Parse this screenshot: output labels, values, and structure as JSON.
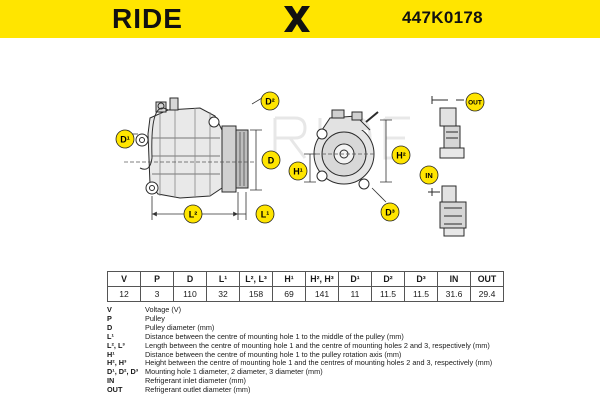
{
  "header": {
    "brand": "RIDE",
    "brand_x": "X",
    "part_number": "447K0178"
  },
  "drawing": {
    "labels": {
      "d1": "D¹",
      "d2": "D²",
      "d3": "D³",
      "d": "D",
      "l1": "L¹",
      "l2": "L²",
      "h1": "H¹",
      "h2": "H²",
      "in": "IN",
      "out": "OUT"
    }
  },
  "specs": {
    "headers": [
      "V",
      "P",
      "D",
      "L¹",
      "L², L³",
      "H¹",
      "H², H³",
      "D¹",
      "D²",
      "D³",
      "IN",
      "OUT"
    ],
    "values": [
      "12",
      "3",
      "110",
      "32",
      "158",
      "69",
      "141",
      "11",
      "11.5",
      "11.5",
      "31.6",
      "29.4"
    ]
  },
  "legend": [
    {
      "sym": "V",
      "desc": "Voltage (V)"
    },
    {
      "sym": "P",
      "desc": "Pulley"
    },
    {
      "sym": "D",
      "desc": "Pulley diameter (mm)"
    },
    {
      "sym": "L¹",
      "desc": "Distance between the centre of mounting hole 1 to the middle of the pulley (mm)"
    },
    {
      "sym": "L², L³",
      "desc": "Length between the centre of mounting hole 1 and the centre of mounting holes 2 and 3, respectively (mm)"
    },
    {
      "sym": "H¹",
      "desc": "Distance between the centre of mounting hole 1 to the pulley rotation axis (mm)"
    },
    {
      "sym": "H², H³",
      "desc": "Height between the centre of mounting hole 1 and the centres of mounting holes 2 and 3, respectively (mm)"
    },
    {
      "sym": "D¹, D², D³",
      "desc": "Mounting hole 1 diameter, 2 diameter, 3 diameter (mm)"
    },
    {
      "sym": "IN",
      "desc": "Refrigerant inlet diameter (mm)"
    },
    {
      "sym": "OUT",
      "desc": "Refrigerant outlet diameter (mm)"
    }
  ]
}
